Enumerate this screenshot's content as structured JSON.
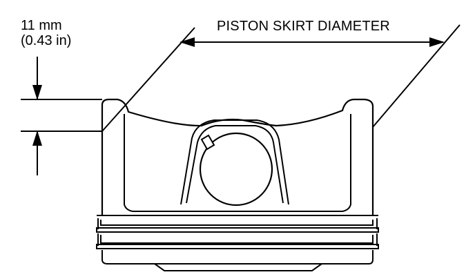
{
  "diagram": {
    "measurement_metric": "11 mm",
    "measurement_imperial": "(0.43 in)",
    "skirt_label": "PISTON SKIRT DIAMETER"
  },
  "colors": {
    "ink": "#000000",
    "paper": "#ffffff"
  }
}
